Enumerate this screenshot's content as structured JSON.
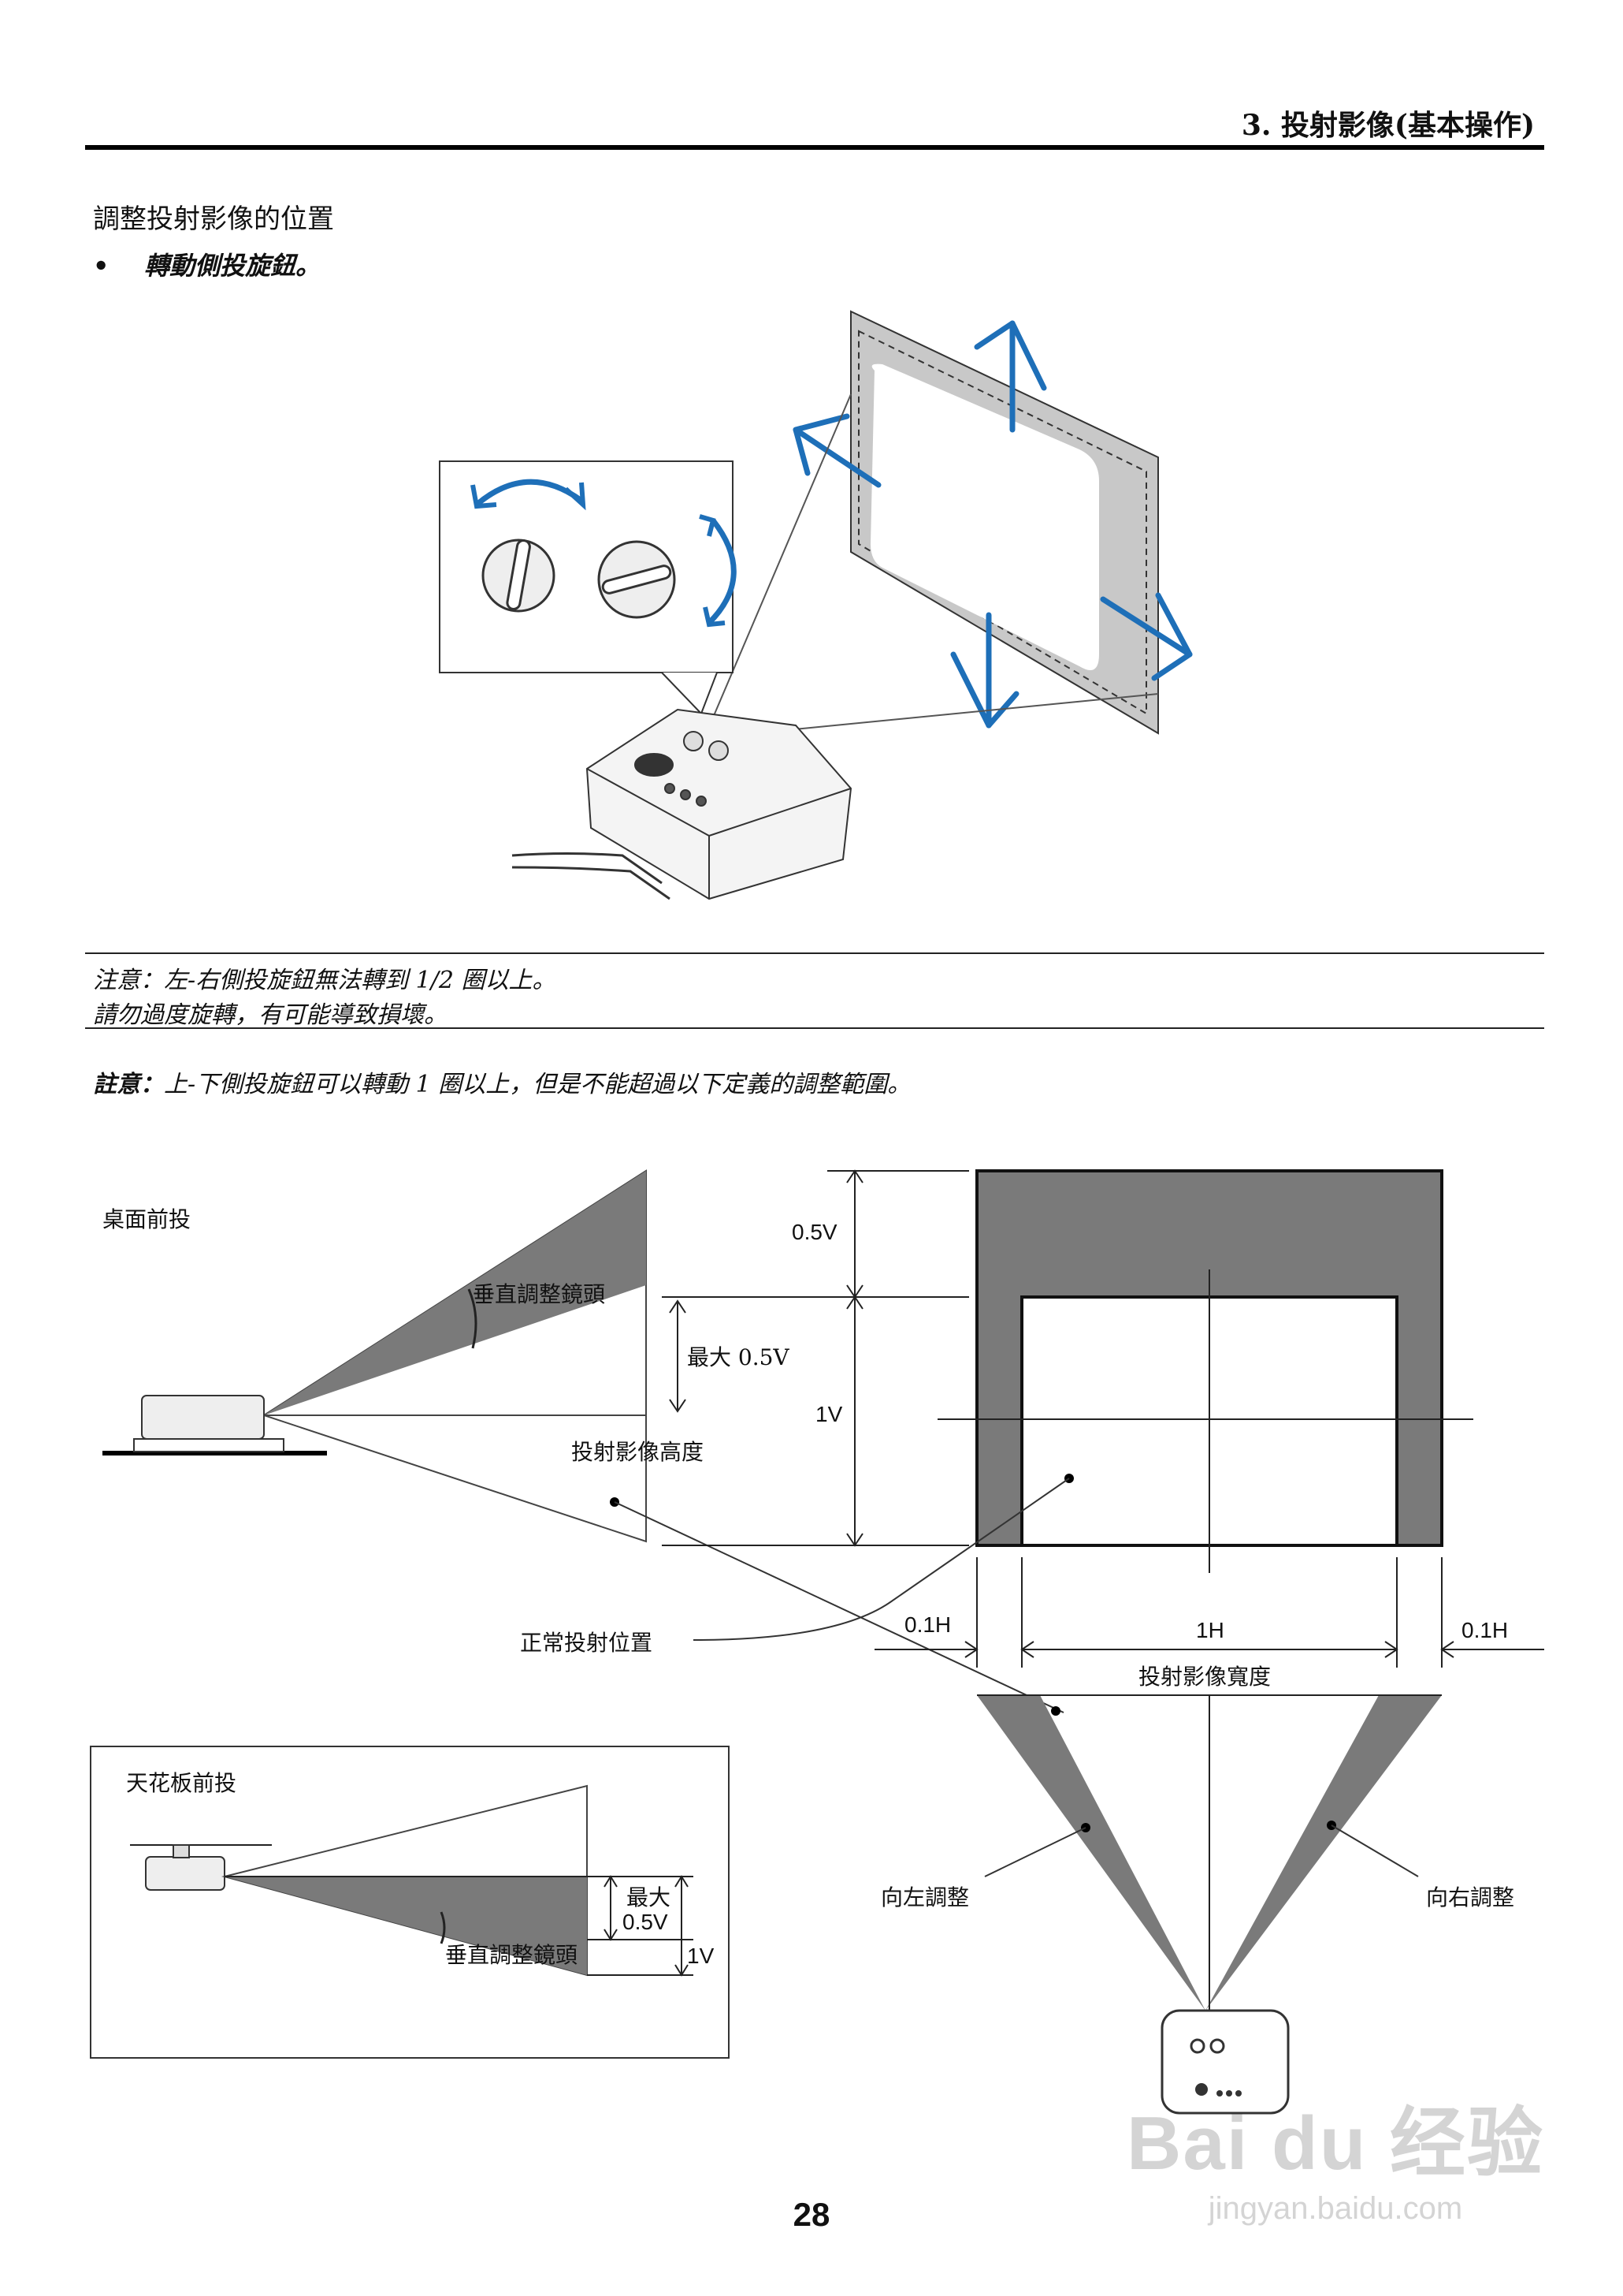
{
  "header": {
    "title": "3. 投射影像(基本操作)"
  },
  "section": {
    "title": "調整投射影像的位置",
    "bullet": "轉動側投旋鈕。"
  },
  "note": {
    "line1": "注意：左-右側投旋鈕無法轉到 1/2 圈以上。",
    "line2": "請勿過度旋轉，有可能導致損壞。"
  },
  "memo": {
    "label": "註意：",
    "text": "上-下側投旋鈕可以轉動 1 圈以上，但是不能超過以下定義的調整範圍。"
  },
  "diagram": {
    "desk_front": "桌面前投",
    "vertical_lens": "垂直調整鏡頭",
    "max_05v": "最大 0.5V",
    "height_label": "投射影像高度",
    "v05": "0.5V",
    "v1": "1V",
    "normal_position": "正常投射位置",
    "h01_left": "0.1H",
    "h1": "1H",
    "h01_right": "0.1H",
    "width_label": "投射影像寬度",
    "ceiling_front": "天花板前投",
    "max": "最大",
    "max_val": "0.5V",
    "vertical_lens2": "垂直調整鏡頭",
    "v1_ceiling": "1V",
    "shift_left": "向左調整",
    "shift_right": "向右調整"
  },
  "page_number": "28",
  "watermark": {
    "brand": "Bai du 经验",
    "url": "jingyan.baidu.com"
  },
  "colors": {
    "arrow_blue": "#1e6fb8",
    "shade_gray": "#7a7a7a",
    "screen_gray": "#c8c8c8"
  }
}
